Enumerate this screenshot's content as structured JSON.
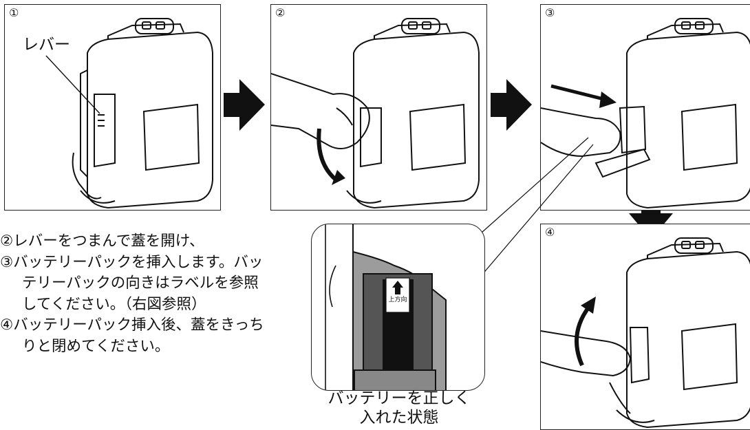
{
  "panels": [
    {
      "step": "①"
    },
    {
      "step": "②"
    },
    {
      "step": "③"
    },
    {
      "step": "④"
    }
  ],
  "lever_label": "レバー",
  "instructions": [
    "②レバーをつまんで蓋を開け、",
    "③バッテリーパックを挿入します。バッ",
    "テリーパックの向きはラベルを参照",
    "してください。（右図参照）",
    "④バッテリーパック挿入後、蓋をきっち",
    "りと閉めてください。"
  ],
  "battery_label": "上方向",
  "caption": [
    "バッテリーを正しく",
    "入れた状態"
  ]
}
